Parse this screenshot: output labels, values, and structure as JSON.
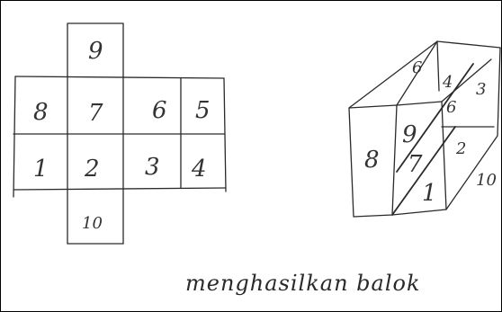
{
  "net": {
    "top": "9",
    "row1": [
      "8",
      "7",
      "6",
      "5"
    ],
    "row2": [
      "1",
      "2",
      "3",
      "4"
    ],
    "bottom": "10"
  },
  "cuboid": {
    "top_front": "6",
    "top_back": "4",
    "top_inner": "6",
    "side_right": "3",
    "front_left": "8",
    "front_mid_top": "9",
    "front_mid": "7",
    "front_bottom": "1",
    "right_face": "2",
    "right_bottom": "10"
  },
  "caption": "menghasilkan balok"
}
